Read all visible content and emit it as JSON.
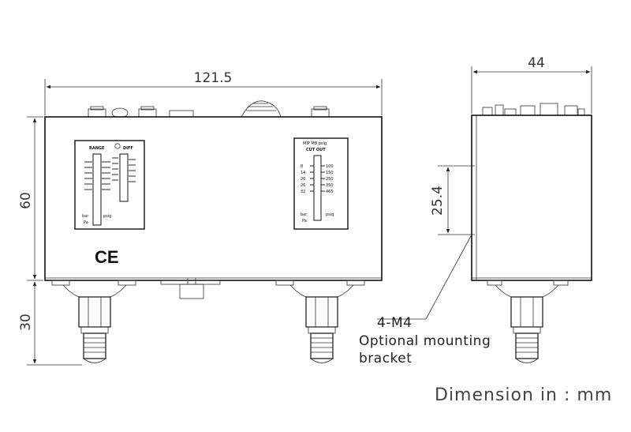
{
  "dimensions": {
    "front_width": "121.5",
    "front_height": "60",
    "connector_height": "30",
    "side_width": "44",
    "mount_spacing": "25.4"
  },
  "annotations": {
    "thread": "4-M4",
    "bracket_line1": "Optional mounting",
    "bracket_line2": "bracket",
    "units": "Dimension in : mm"
  },
  "dial_left": {
    "title_range": "RANGE",
    "title_diff": "DIFF",
    "unit_bar": "bar",
    "unit_psig": "psig",
    "unit_pa": "Pa"
  },
  "dial_right": {
    "header": "MIP MB psig",
    "title_cut": "CUT OUT",
    "scale_left": [
      "8",
      "14",
      "20",
      "26",
      "32"
    ],
    "scale_right": [
      "100",
      "150",
      "250",
      "350",
      "465"
    ],
    "unit_bar": "bar",
    "unit_psig": "psig",
    "unit_pa": "Pa"
  },
  "ce_mark": "CE"
}
